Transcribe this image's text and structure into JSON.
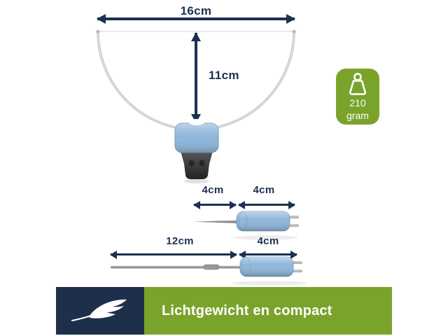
{
  "theme": {
    "navy": "#1c3151",
    "green": "#7aa32c",
    "blue": "#8fb6da",
    "banner_navy": "#1d2f4b"
  },
  "hoop_figure": {
    "width_label": "16cm",
    "height_label": "11cm"
  },
  "weight_badge": {
    "icon": "weight-icon",
    "value": "210",
    "unit": "gram"
  },
  "short_probe": {
    "needle_label": "4cm",
    "body_label": "4cm"
  },
  "long_probe": {
    "rod_label": "12cm",
    "body_label": "4cm"
  },
  "banner": {
    "icon": "feather-icon",
    "text": "Lichtgewicht en compact"
  }
}
